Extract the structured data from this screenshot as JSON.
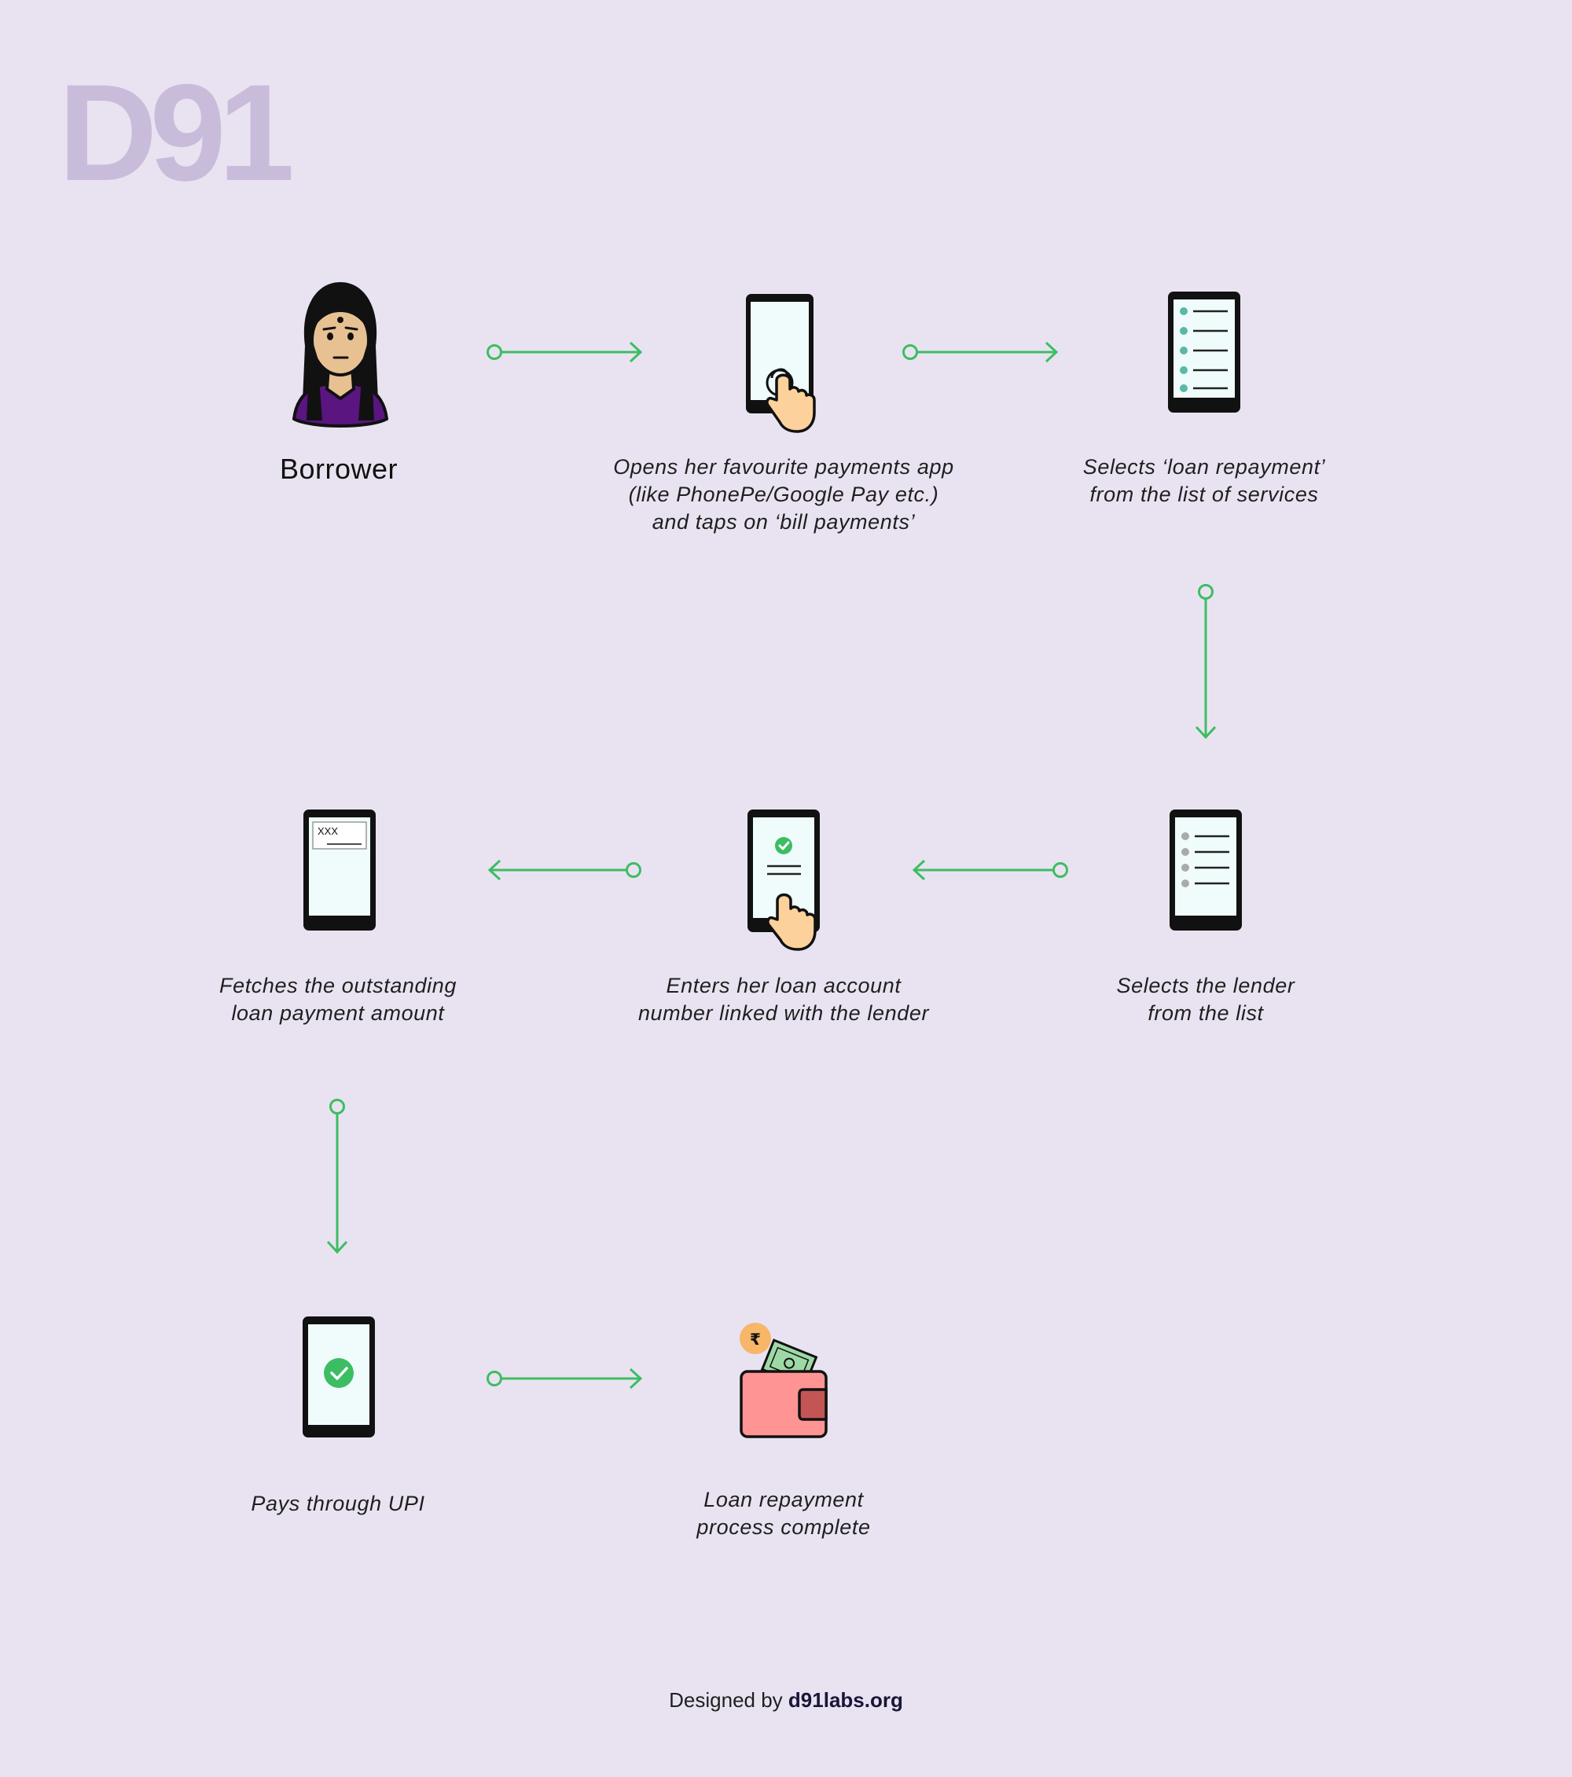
{
  "brand": {
    "logo": "D91"
  },
  "actor": {
    "label": "Borrower",
    "icon": "woman-avatar-icon"
  },
  "steps": [
    {
      "caption": "Opens her favourite payments app\n(like PhonePe/Google Pay etc.)\nand taps on ‘bill payments’",
      "icon": "phone-tap-icon"
    },
    {
      "caption": "Selects ‘loan repayment’\nfrom the list of services",
      "icon": "phone-list-icon"
    },
    {
      "caption": "Selects the lender\nfrom the list",
      "icon": "phone-list-grey-icon"
    },
    {
      "caption": "Enters her loan account\nnumber linked with the lender",
      "icon": "phone-confirm-tap-icon"
    },
    {
      "caption": "Fetches the outstanding\nloan payment amount",
      "icon": "phone-input-icon",
      "field_text": "XXX"
    },
    {
      "caption": "Pays through UPI",
      "icon": "phone-success-icon"
    },
    {
      "caption": "Loan repayment\nprocess complete",
      "icon": "wallet-icon",
      "currency_symbol": "₹"
    }
  ],
  "footer": {
    "prefix": "Designed by",
    "site": "d91labs.org"
  },
  "colors": {
    "background": "#e9e3f1",
    "accent": "#3dbd63",
    "logo": "#c9bcdb",
    "screen": "#effcfb"
  }
}
